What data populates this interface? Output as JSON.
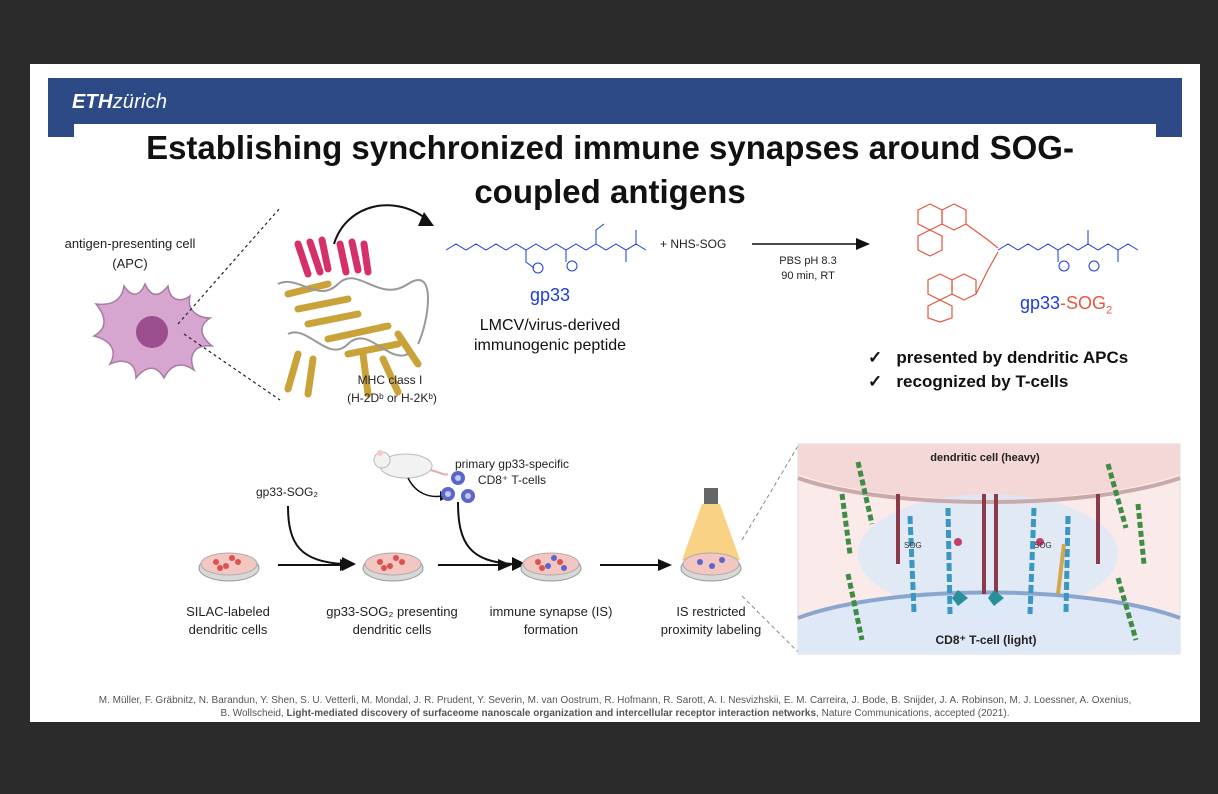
{
  "header": {
    "logo_bold": "ETH",
    "logo_rest": "zürich"
  },
  "title": "Establishing synchronized immune synapses around SOG-coupled antigens",
  "top": {
    "apc_line1": "antigen-presenting cell",
    "apc_line2": "(APC)",
    "mhc_line1": "MHC class I",
    "mhc_line2": "(H-2Dᵇ or H-2Kᵇ)",
    "peptide_name": "gp33",
    "peptide_desc_1": "LMCV/virus-derived",
    "peptide_desc_2": "immunogenic peptide",
    "plus_reagent": "+ NHS-SOG",
    "cond_1": "PBS pH 8.3",
    "cond_2": "90 min, RT",
    "product_a": "gp33",
    "product_b": "-SOG",
    "product_sub": "2",
    "check_1": "presented by dendritic APCs",
    "check_2": "recognized by T-cells",
    "check_mark": "✓"
  },
  "workflow": {
    "reagent": "gp33-SOG₂",
    "tcells_1": "primary gp33-specific",
    "tcells_2": "CD8⁺ T-cells",
    "step1_1": "SILAC-labeled",
    "step1_2": "dendritic cells",
    "step2_1": "gp33-SOG₂ presenting",
    "step2_2": "dendritic cells",
    "step3_1": "immune synapse (IS)",
    "step3_2": "formation",
    "step4_1": "IS restricted",
    "step4_2": "proximity labeling",
    "dc_label": "dendritic cell (heavy)",
    "tc_label": "CD8⁺ T-cell (light)",
    "sog_tag": "SOG"
  },
  "citation": {
    "line1": "M. Müller, F. Gräbnitz, N. Barandun, Y. Shen, S. U. Vetterli, M. Mondal, J. R. Prudent, Y. Severin, M. van Oostrum, R. Hofmann, R. Sarott, A. I. Nesvizhskii, E. M. Carreira, J. Bode, B. Snijder, J. A. Robinson, M. J. Loessner, A. Oxenius,",
    "line2_a": "B. Wollscheid, ",
    "line2_b": "Light-mediated discovery of surfaceome nanoscale organization and intercellular receptor interaction networks",
    "line2_c": ", Nature Communications, accepted (2021)."
  }
}
